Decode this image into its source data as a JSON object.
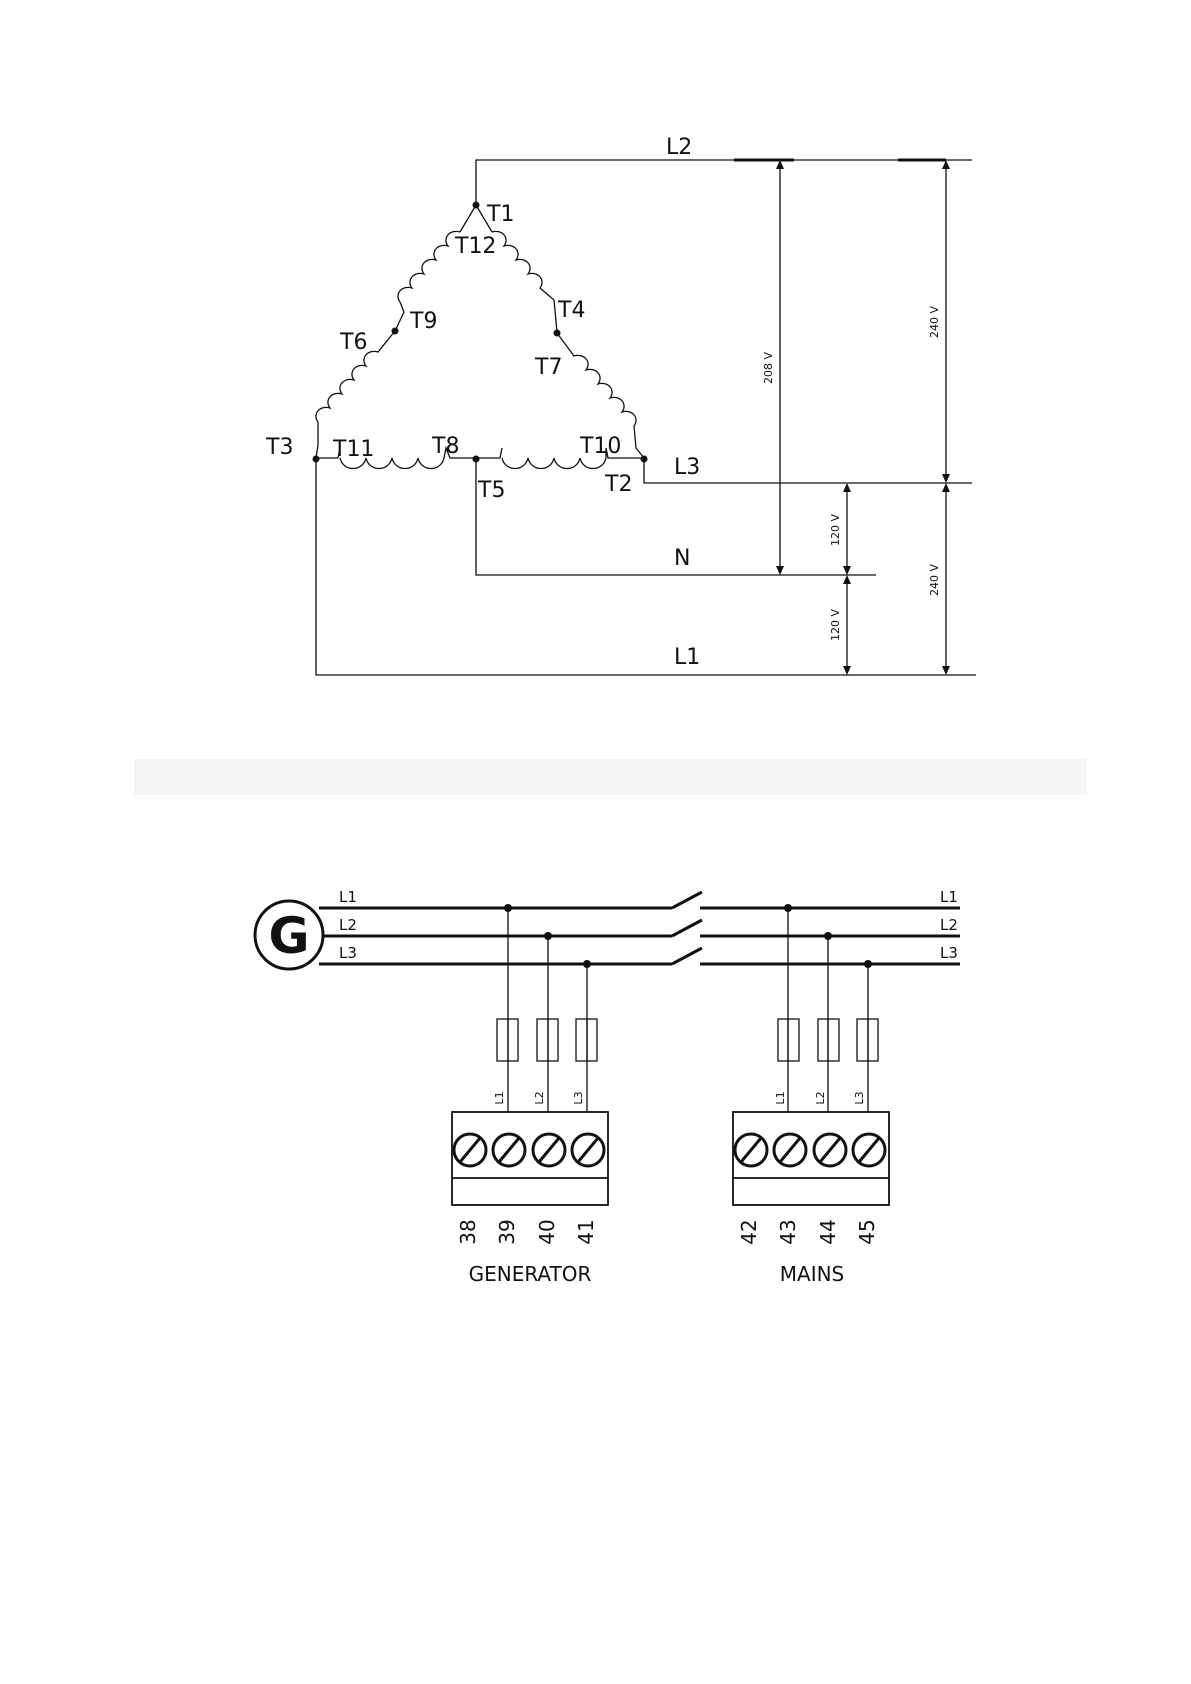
{
  "delta": {
    "lines": {
      "l2": "L2",
      "l3": "L3",
      "n": "N",
      "l1": "L1"
    },
    "terminals": {
      "t1": "T1",
      "t12": "T12",
      "t4": "T4",
      "t9": "T9",
      "t6": "T6",
      "t7": "T7",
      "t3": "T3",
      "t11": "T11",
      "t8": "T8",
      "t10": "T10",
      "t5": "T5",
      "t2": "T2"
    },
    "voltages": {
      "v208": "208 V",
      "v240_top": "240 V",
      "v120_top": "120 V",
      "v120_bottom": "120 V",
      "v240_bottom": "240 V"
    }
  },
  "wiring": {
    "generator_symbol": "G",
    "gen_lines": [
      "L1",
      "L2",
      "L3"
    ],
    "mains_lines": [
      "L1",
      "L2",
      "L3"
    ],
    "gen_fuse_labels": [
      "L1",
      "L2",
      "L3"
    ],
    "mains_fuse_labels": [
      "L1",
      "L2",
      "L3"
    ],
    "gen_terminal_numbers": [
      "38",
      "39",
      "40",
      "41"
    ],
    "mains_terminal_numbers": [
      "42",
      "43",
      "44",
      "45"
    ],
    "gen_caption": "GENERATOR",
    "mains_caption": "MAINS"
  }
}
